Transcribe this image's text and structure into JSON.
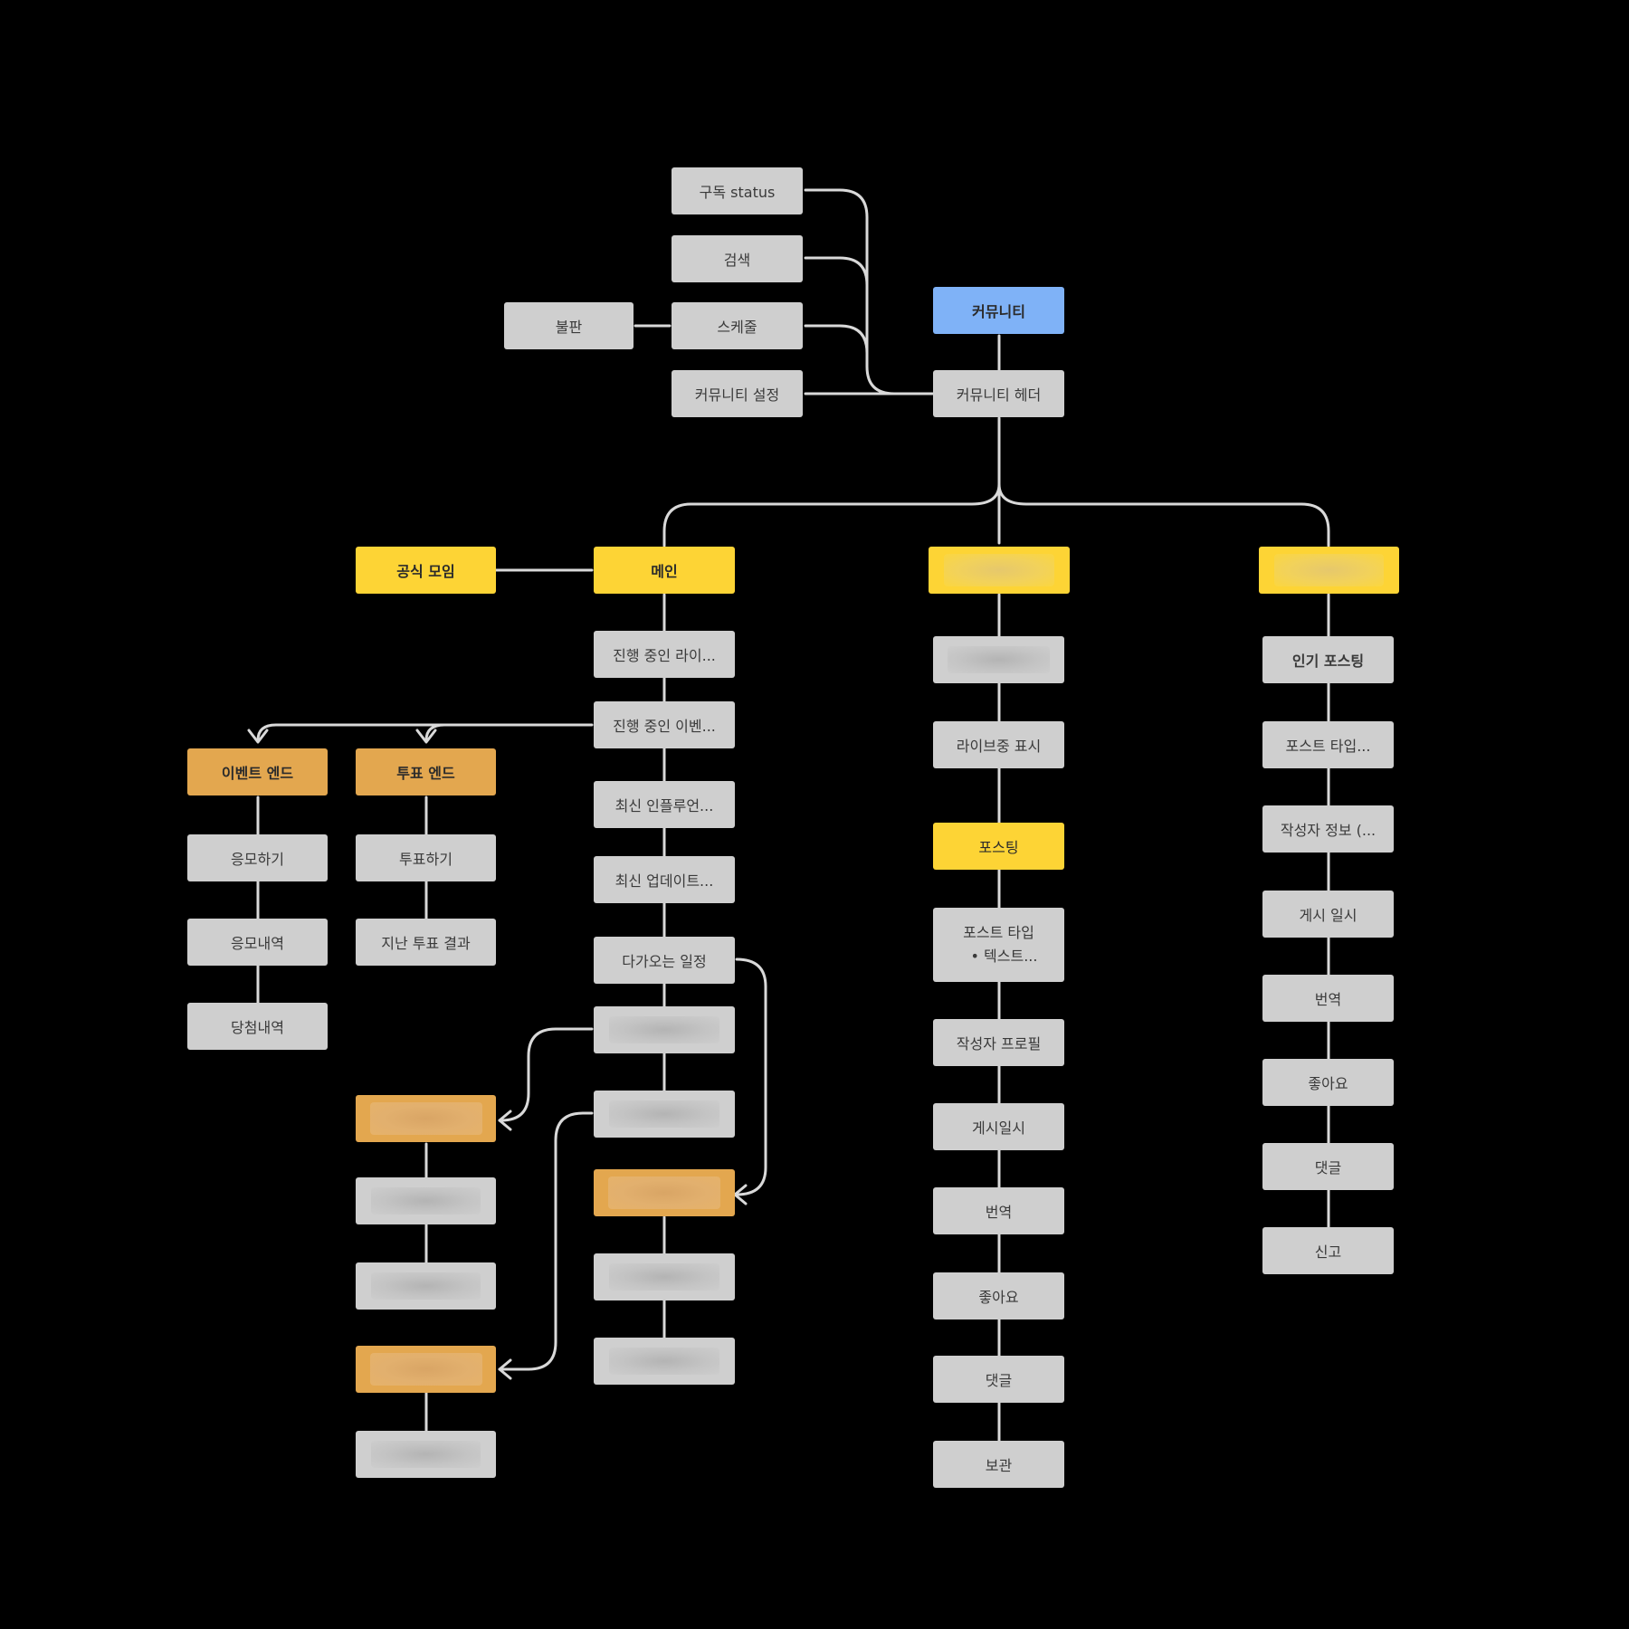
{
  "colors": {
    "background": "#000000",
    "node_default": "#cfcfcf",
    "node_yellow": "#fdd435",
    "node_orange": "#e3a74f",
    "node_blue": "#7fb2f7",
    "connector": "#d9d9d9"
  },
  "nodes": {
    "community": "커뮤니티",
    "community_header": "커뮤니티 헤더",
    "subscription_status": "구독 status",
    "search": "검색",
    "schedule": "스케줄",
    "bulpan": "불판",
    "community_settings": "커뮤니티 설정",
    "official_meetup": "공식 모임",
    "main": "메인",
    "ongoing_live": "진행 중인 라이...",
    "ongoing_event": "진행 중인 이벤...",
    "latest_influencer": "최신 인플루언...",
    "latest_update": "최신 업데이트...",
    "upcoming_schedule": "다가오는 일정",
    "event_end": "이벤트 엔드",
    "apply": "응모하기",
    "apply_history": "응모내역",
    "win_history": "당첨내역",
    "vote_end": "투표 엔드",
    "vote": "투표하기",
    "past_vote_results": "지난 투표 결과",
    "live_indicator": "라이브중 표시",
    "posting": "포스팅",
    "post_type": "포스트 타입",
    "post_type_bullet": "텍스트...",
    "author_profile": "작성자 프로필",
    "post_datetime": "게시일시",
    "translate_c": "번역",
    "like_c": "좋아요",
    "comment_c": "댓글",
    "archive": "보관",
    "popular_posting": "인기 포스팅",
    "post_type_r": "포스트 타입...",
    "author_info": "작성자 정보 (...",
    "post_date": "게시 일시",
    "translate_r": "번역",
    "like_r": "좋아요",
    "comment_r": "댓글",
    "report": "신고"
  },
  "redacted_nodes": [
    "column2-tab-header",
    "column3-tab-header",
    "column2-first-item",
    "main-list-item-6",
    "main-list-item-7",
    "main-list-item-8-orange",
    "main-list-item-9",
    "main-list-item-10",
    "branch-a-orange-header",
    "branch-a-item-1",
    "branch-a-item-2",
    "branch-b-orange-header",
    "branch-b-item-1"
  ]
}
